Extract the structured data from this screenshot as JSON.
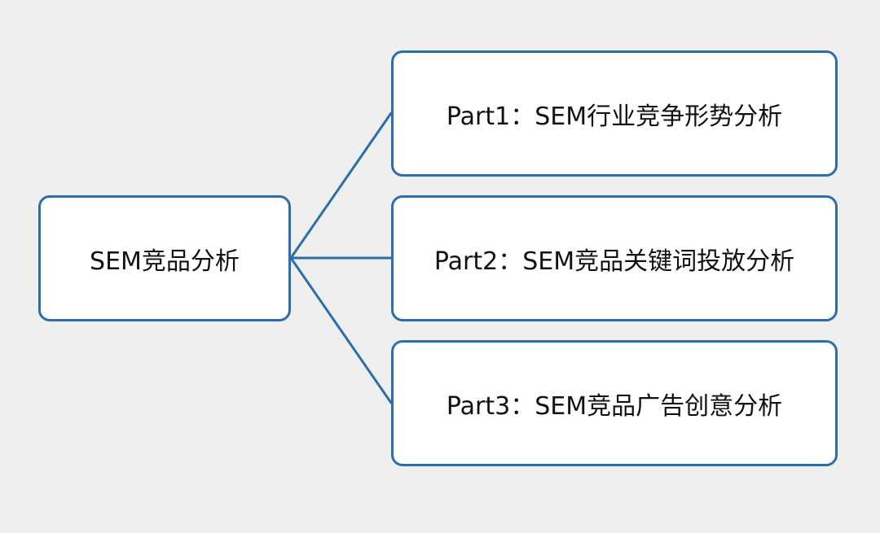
{
  "diagram": {
    "root": {
      "label": "SEM竞品分析"
    },
    "children": [
      {
        "label": "Part1：SEM行业竞争形势分析"
      },
      {
        "label": "Part2：SEM竞品关键词投放分析"
      },
      {
        "label": "Part3：SEM竞品广告创意分析"
      }
    ]
  },
  "colors": {
    "background": "#efefef",
    "node_border": "#2a6eaa",
    "connector": "#2a6eaa",
    "node_fill": "#ffffff",
    "text": "#111111"
  }
}
